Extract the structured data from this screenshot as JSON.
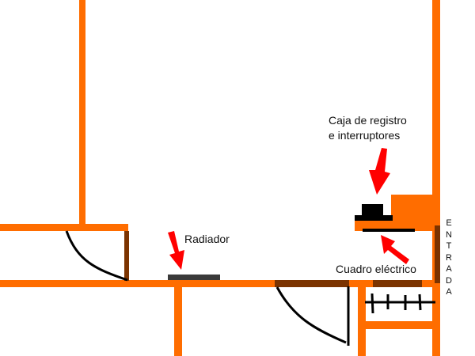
{
  "labels": {
    "caja_line1": "Caja de registro",
    "caja_line2": "e interruptores",
    "radiador": "Radiador",
    "cuadro": "Cuadro eléctrico",
    "entrada": "ENTRADA"
  },
  "colors": {
    "wall": "#ff6d00",
    "door": "#7b3300",
    "arrow": "#ff0000",
    "fixture": "#000000",
    "radiator": "#3a3a3a"
  }
}
